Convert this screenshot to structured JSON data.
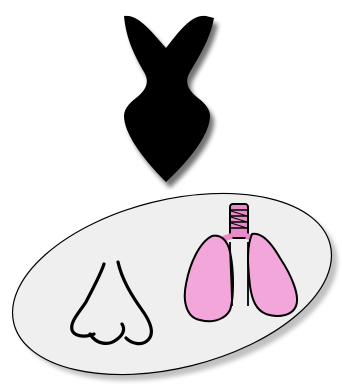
{
  "diagram": {
    "elements": [
      {
        "name": "arrow",
        "icon": "down-arrow-icon",
        "role": "points-from-above-to-organs"
      },
      {
        "name": "organs-ellipse",
        "contents": [
          "nose-icon",
          "lungs-icon"
        ]
      }
    ],
    "colors": {
      "background": "#ffffff",
      "arrow_fill": "#000000",
      "ellipse_fill": "#efefef",
      "outline": "#000000",
      "shadow": "#8f8f8f",
      "lung_fill": "#f2a6d9",
      "trachea_fill": "#e98bc8"
    }
  }
}
